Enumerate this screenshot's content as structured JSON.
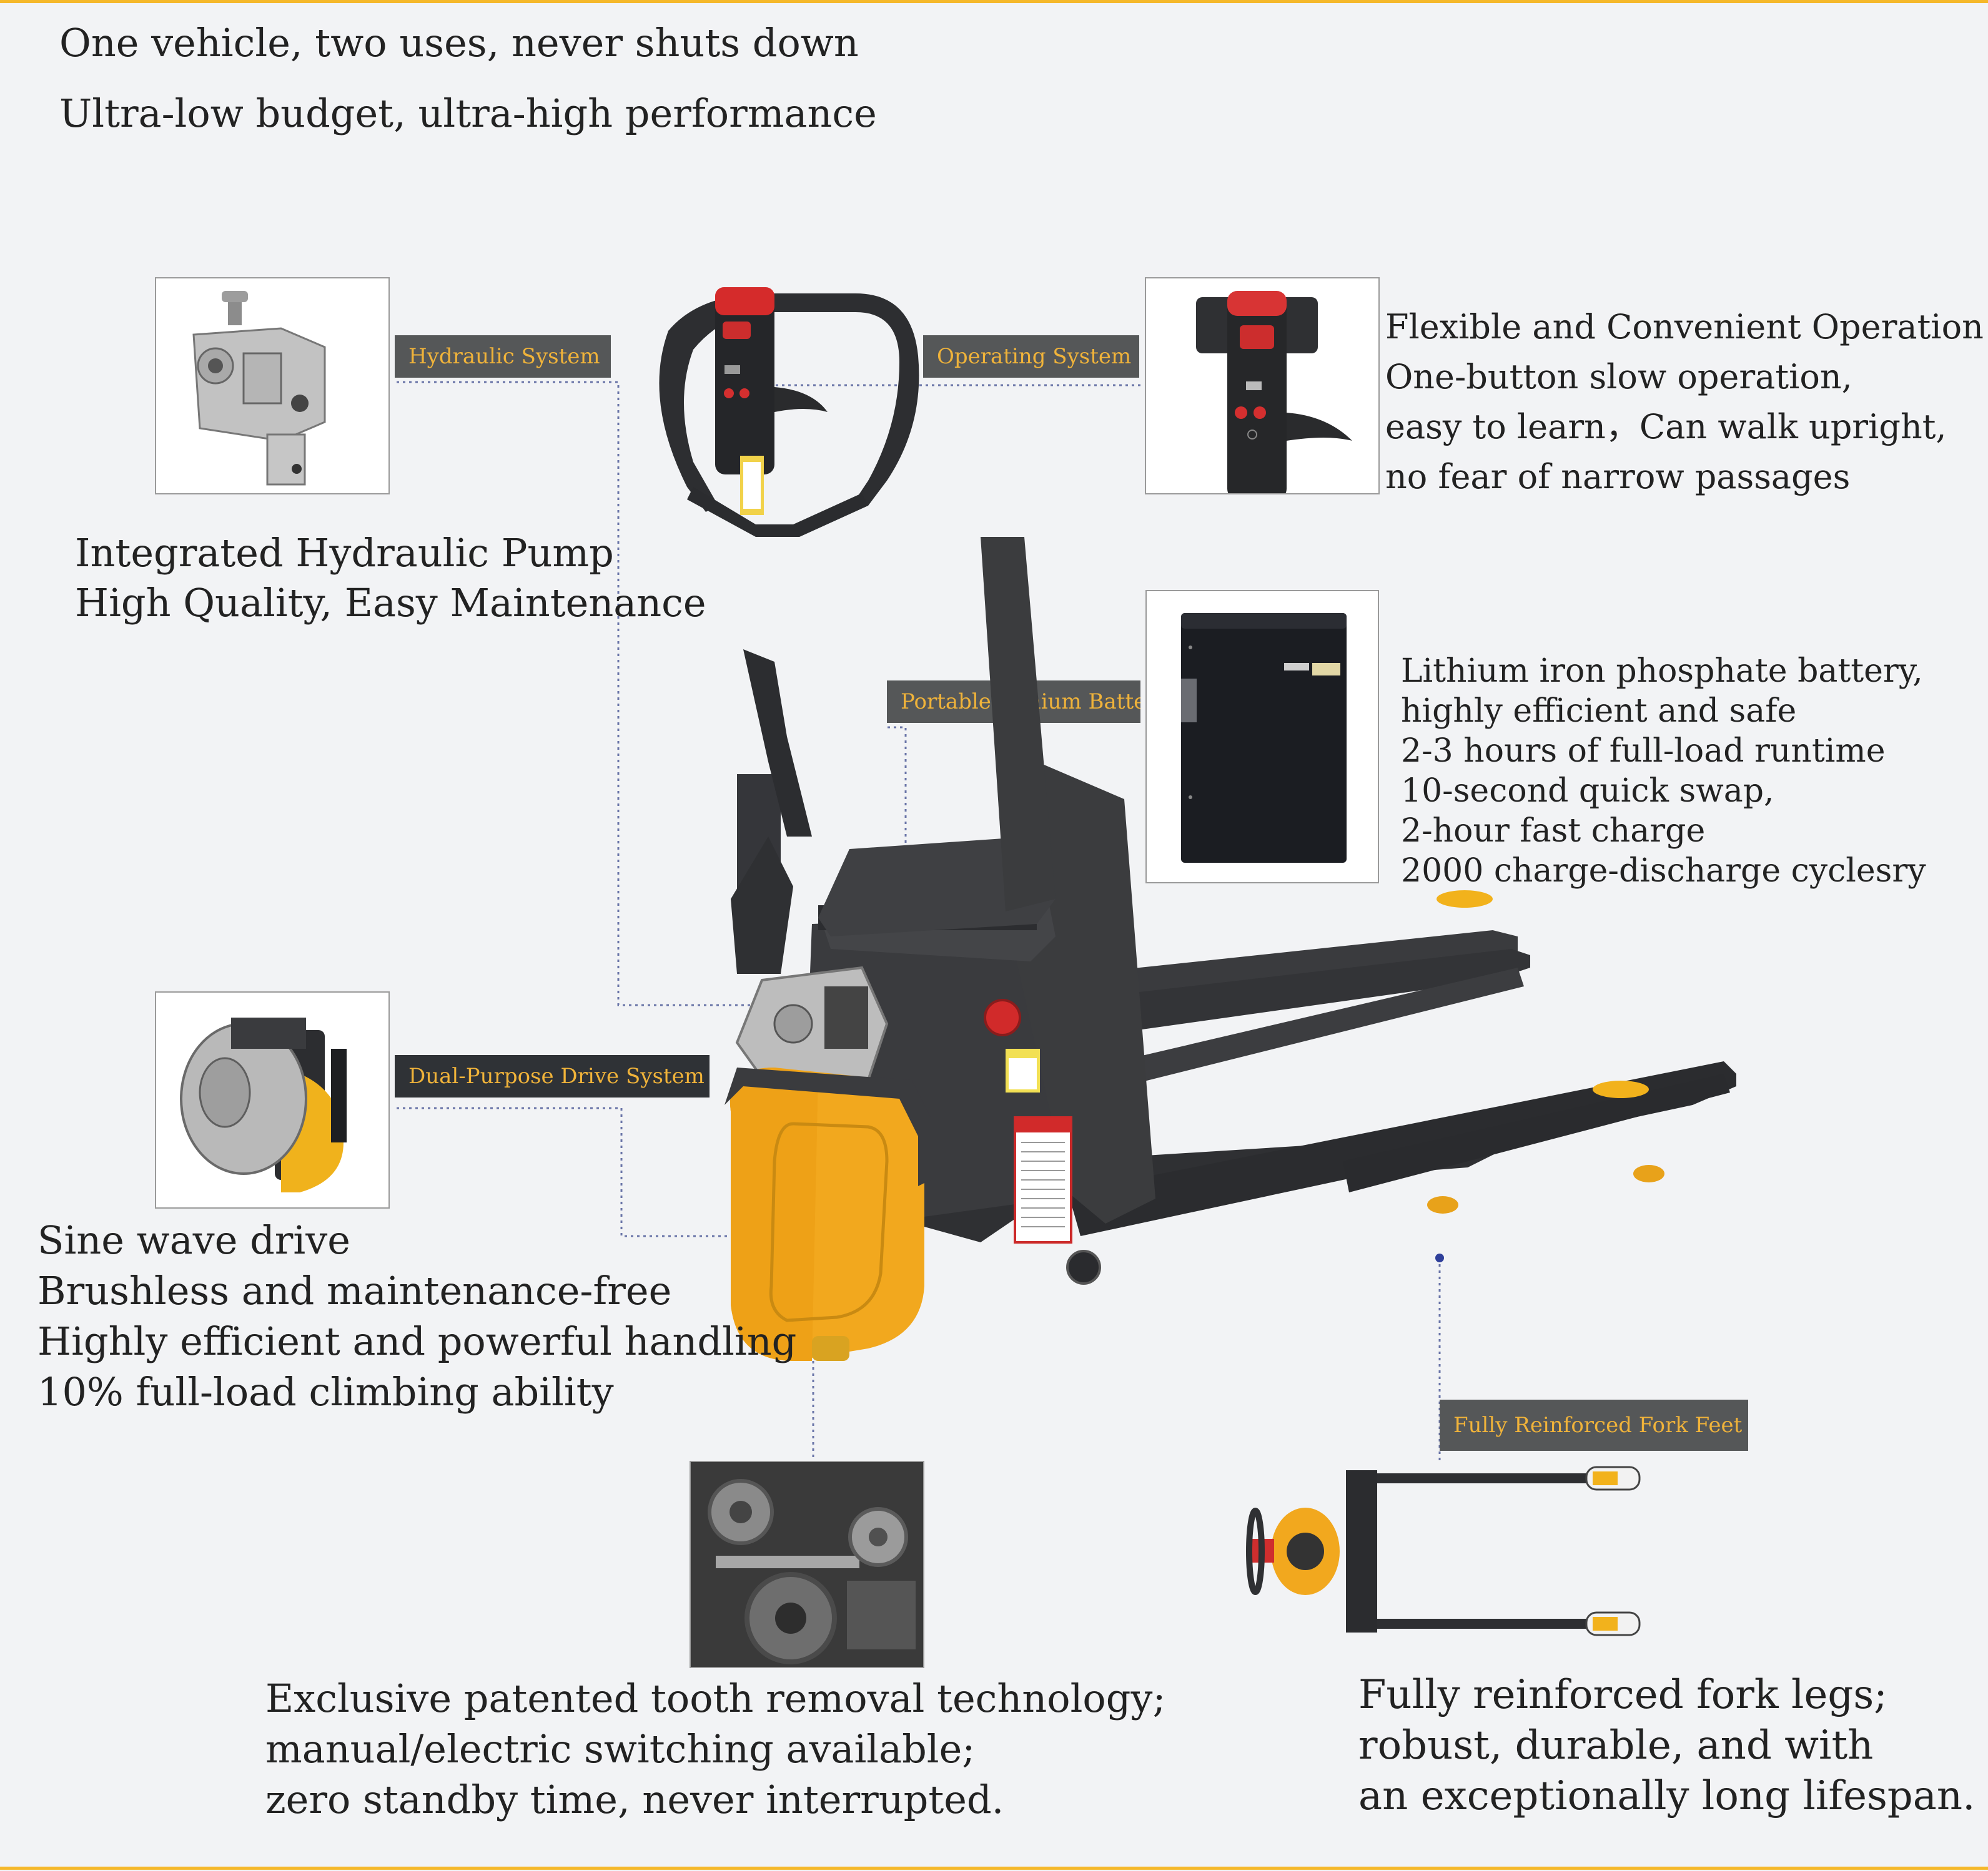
{
  "header": {
    "line1": "One vehicle, two uses, never shuts down",
    "line2": "Ultra-low budget, ultra-high performance"
  },
  "labels": {
    "hydraulic": "Hydraulic System",
    "operating": "Operating System",
    "battery": "Portable Lithium Batte",
    "drive": "Dual-Purpose Drive System",
    "forks": "Fully Reinforced Fork Feet"
  },
  "hydraulic_text": [
    "Integrated Hydraulic Pump",
    "High Quality, Easy Maintenance"
  ],
  "operating_text": [
    "Flexible and Convenient Operation",
    "One-button slow operation,",
    "easy to learn，Can walk upright,",
    "no fear of narrow passages"
  ],
  "battery_text": [
    "Lithium iron phosphate battery,",
    "highly efficient and safe",
    "2-3 hours of full-load runtime",
    "10-second quick swap,",
    "2-hour fast charge",
    "2000 charge-discharge cyclesry"
  ],
  "drive_text": [
    "Sine wave drive",
    "Brushless and maintenance-free",
    "Highly efficient and powerful handling",
    "10% full-load climbing ability"
  ],
  "gear_text": [
    "Exclusive patented tooth removal technology;",
    "manual/electric switching available;",
    "zero standby time, never interrupted."
  ],
  "fork_text": [
    "Fully reinforced fork legs;",
    "robust, durable, and with",
    "an exceptionally long lifespan."
  ],
  "colors": {
    "accent": "#f5b82a",
    "label_bg": "#555758",
    "label_text": "#f0b33a",
    "body_yellow": "#f2a81e",
    "frame_dark": "#3b3c3e",
    "red": "#d52b2b"
  }
}
